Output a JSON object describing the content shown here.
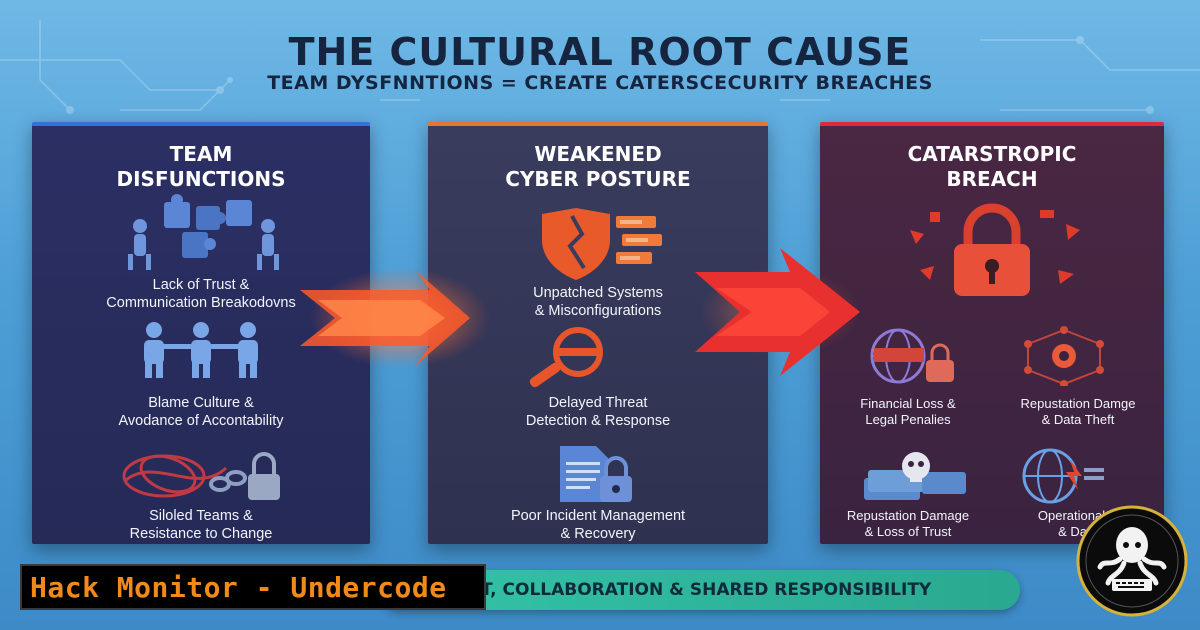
{
  "header": {
    "title": "THE CULTURAL ROOT CAUSE",
    "subtitle": "TEAM DYSFNNTIONS = CREATE CATERSCECURITY BREACHES"
  },
  "columns": [
    {
      "title": "TEAM\nDISFUNCTIONS",
      "accent": "#3b6fd6",
      "items": [
        {
          "icon": "puzzle-people-icon",
          "label": "Lack of Trust &\nCommunication Breakodovns"
        },
        {
          "icon": "blame-people-icon",
          "label": "Blame Culture &\nAvodance of Accontability"
        },
        {
          "icon": "chain-lock-icon",
          "label": "Siloled Teams &\nResistance to Change"
        }
      ]
    },
    {
      "title": "WEAKENED\nCYBER POSTURE",
      "accent": "#e8752c",
      "items": [
        {
          "icon": "broken-shield-icon",
          "label": "Unpatched Systems\n& Misconfigurations"
        },
        {
          "icon": "magnifier-icon",
          "label": "Delayed Threat\nDetection & Response"
        },
        {
          "icon": "document-lock-icon",
          "label": "Poor Incident Management\n& Recovery"
        }
      ]
    },
    {
      "title": "CATARSTROPIC\nBREACH",
      "accent": "#d92d3a",
      "items": [
        {
          "icon": "exploding-padlock-icon",
          "label": ""
        },
        {
          "icon": "globe-lock-icon",
          "label": "Financial Loss &\nLegal Penalies"
        },
        {
          "icon": "virus-network-icon",
          "label": "Repustation Damge\n& Data Theft"
        },
        {
          "icon": "money-skull-icon",
          "label": "Repustation Damage\n& Loss of Trust"
        },
        {
          "icon": "globe-download-icon",
          "label": "Operational D\n& Data"
        }
      ]
    }
  ],
  "banner": {
    "text": "ST, COLLABORATION & SHARED RESPONSIBILITY"
  },
  "watermark": {
    "text": "Hack Monitor - Undercode"
  },
  "colors": {
    "background": "#4e9fd6",
    "title": "#16253f",
    "brand_text": "#f28a1a",
    "banner": "#33c4a8",
    "arrow": "#ff4a2a"
  }
}
